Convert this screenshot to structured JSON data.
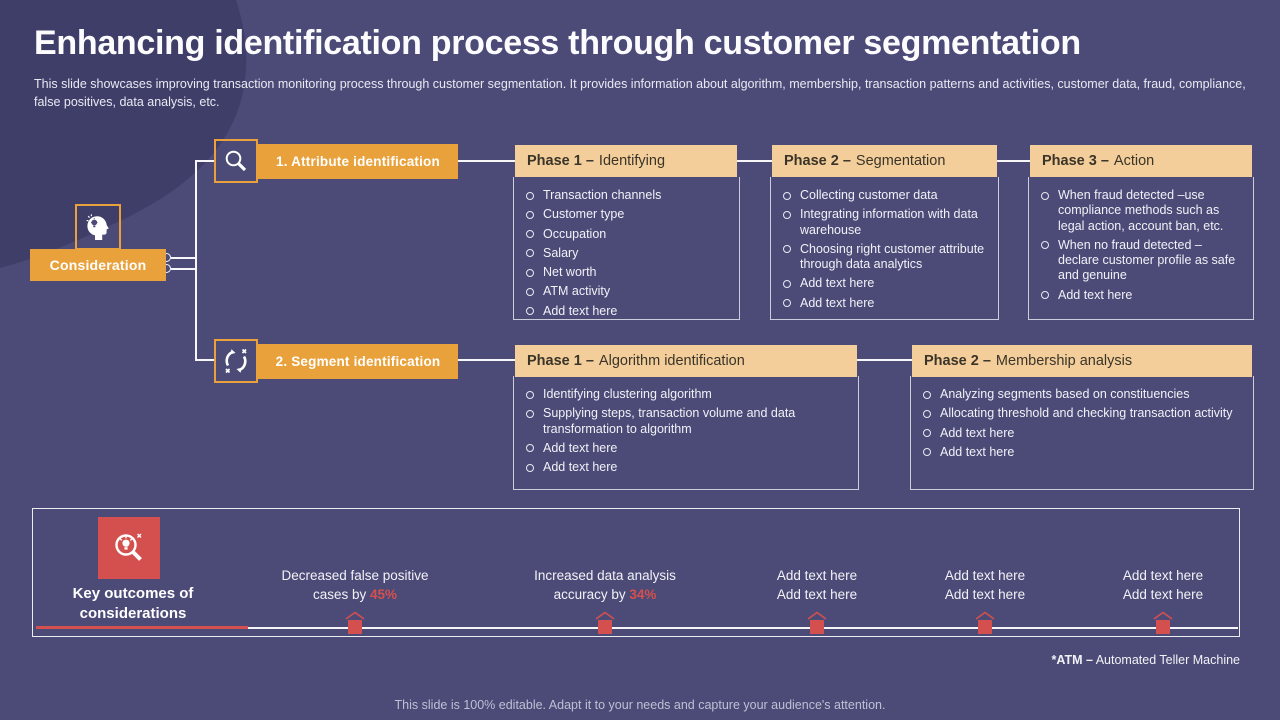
{
  "slide": {
    "title": "Enhancing identification process through customer segmentation",
    "subtitle": "This slide showcases improving transaction monitoring process through customer segmentation. It provides information about algorithm, membership, transaction patterns and activities, customer data, fraud, compliance, false positives, data analysis, etc.",
    "footer": "This slide is 100% editable. Adapt it to your needs and capture your audience's attention.",
    "footnote_bold": "*ATM –",
    "footnote_rest": " Automated Teller Machine"
  },
  "consideration": {
    "label": "Consideration",
    "icon": "head-idea-icon"
  },
  "branches": [
    {
      "label": "1. Attribute identification",
      "icon": "magnifier-icon",
      "phases": [
        {
          "title_prefix": "Phase 1 –",
          "title_name": "Identifying",
          "items": [
            "Transaction channels",
            "Customer type",
            "Occupation",
            "Salary",
            "Net worth",
            "ATM activity",
            "Add text here"
          ]
        },
        {
          "title_prefix": "Phase 2 –",
          "title_name": "Segmentation",
          "items": [
            "Collecting customer data",
            "Integrating information with data warehouse",
            "Choosing right customer attribute through data analytics",
            "Add text here",
            "Add text here"
          ]
        },
        {
          "title_prefix": "Phase 3 –",
          "title_name": "Action",
          "items": [
            "When fraud detected –use compliance methods such as legal action, account ban, etc.",
            "When no fraud detected – declare customer profile as safe and genuine",
            "Add text here"
          ]
        }
      ]
    },
    {
      "label": "2. Segment identification",
      "icon": "segments-icon",
      "phases": [
        {
          "title_prefix": "Phase 1 –",
          "title_name": "Algorithm identification",
          "items": [
            "Identifying clustering algorithm",
            "Supplying steps, transaction volume and data transformation to algorithm",
            "Add text here",
            "Add text here"
          ]
        },
        {
          "title_prefix": "Phase 2 –",
          "title_name": "Membership analysis",
          "items": [
            "Analyzing segments based on constituencies",
            "Allocating threshold and checking transaction activity",
            "Add text here",
            "Add text here"
          ]
        }
      ]
    }
  ],
  "outcomes": {
    "heading": "Key outcomes of considerations",
    "icon": "idea-search-icon",
    "milestones": [
      {
        "line1": "Decreased false positive",
        "line2": "cases by ",
        "highlight": "45%"
      },
      {
        "line1": "Increased data analysis",
        "line2": "accuracy by ",
        "highlight": "34%"
      },
      {
        "line1": "Add text here",
        "line2": "Add text here",
        "highlight": ""
      },
      {
        "line1": "Add text here",
        "line2": "Add text here",
        "highlight": ""
      },
      {
        "line1": "Add text here",
        "line2": "Add text here",
        "highlight": ""
      }
    ]
  },
  "colors": {
    "background": "#4C4B78",
    "corner_blob": "#3F3E69",
    "accent_orange": "#E9A13B",
    "header_tan": "#F3CE9A",
    "accent_red": "#D4504E"
  }
}
